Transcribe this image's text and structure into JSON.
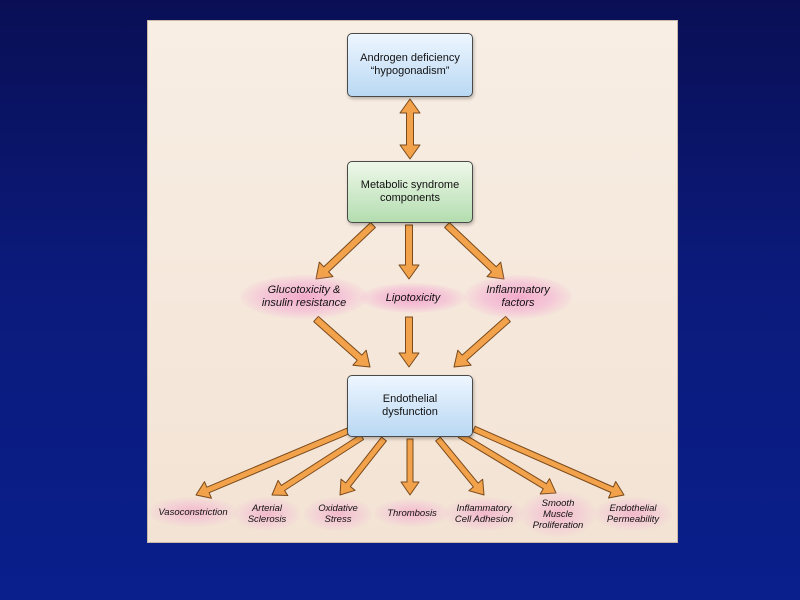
{
  "diagram": {
    "top_box": "Androgen deficiency\n“hypogonadism”",
    "middle_box": "Metabolic syndrome\ncomponents",
    "factors": [
      "Glucotoxicity &\ninsulin resistance",
      "Lipotoxicity",
      "Inflammatory\nfactors"
    ],
    "hub_box": "Endothelial\ndysfunction",
    "outcomes": [
      "Vasoconstriction",
      "Arterial\nSclerosis",
      "Oxidative\nStress",
      "Thrombosis",
      "Inflammatory\nCell Adhesion",
      "Smooth\nMuscle\nProliferation",
      "Endothelial\nPermeability"
    ],
    "colors": {
      "arrow_fill": "#f2a24a",
      "arrow_stroke": "#7a4a1c",
      "blue_box": "#b9d8f3",
      "green_box": "#b4ddb0",
      "glow": "#f08cc8",
      "slide_background": "#0b1a7a",
      "panel_background": "#f6e9dc"
    }
  }
}
